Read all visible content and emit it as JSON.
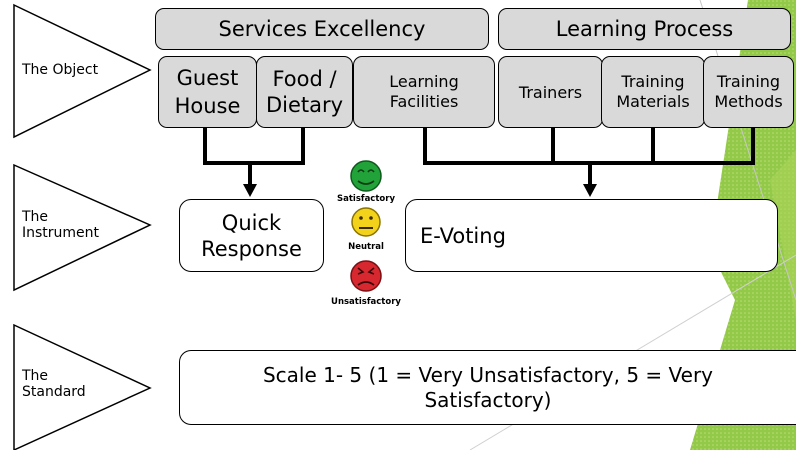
{
  "rows": {
    "object": "The Object",
    "instrument": "The Instrument",
    "standard": "The Standard"
  },
  "headers": {
    "services": "Services Excellency",
    "learning": "Learning Process"
  },
  "objects": {
    "guest_house": "Guest House",
    "food": "Food / Dietary",
    "learning_facilities": "Learning Facilities",
    "trainers": "Trainers",
    "training_materials": "Training Materials",
    "training_methods": "Training Methods"
  },
  "instruments": {
    "quick_response": "Quick Response",
    "e_voting": "E-Voting"
  },
  "faces": {
    "satisfactory": "Satisfactory",
    "neutral": "Neutral",
    "unsatisfactory": "Unsatisfactory"
  },
  "standard": {
    "scale": "Scale 1- 5 (1 = Very Unsatisfactory, 5 = Very Satisfactory)"
  },
  "colors": {
    "box_fill": "#d9d9d9",
    "accent_green": "#8dc63f",
    "face_green": "#22a33a",
    "face_yellow": "#f2d21a",
    "face_red": "#d7282f"
  }
}
